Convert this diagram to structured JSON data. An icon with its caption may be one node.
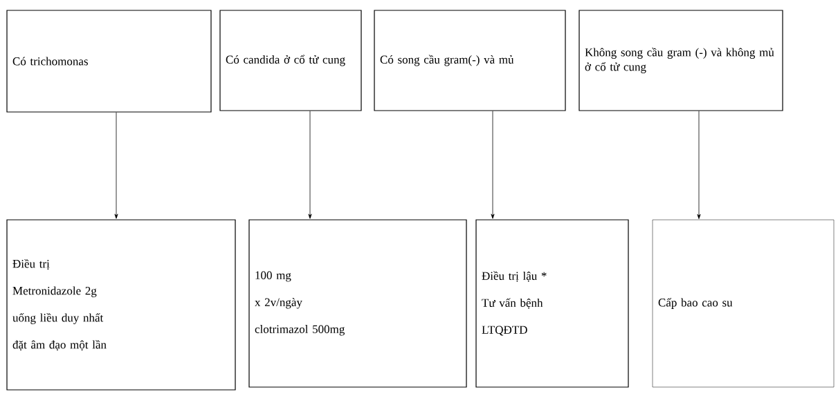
{
  "diagram": {
    "nodes": [
      {
        "text": [
          "Có trichomonas"
        ]
      },
      {
        "text": [
          "Có candida ở cổ tử cung"
        ]
      },
      {
        "text": [
          "Có song cầu gram(-) và mủ"
        ]
      },
      {
        "text": [
          "Không song cầu gram (-) và không mủ ở cổ tử cung"
        ]
      },
      {
        "text": [
          "Điều trị",
          "Metronidazole 2g",
          "uống liều duy nhất",
          "đặt âm đạo một lần"
        ]
      },
      {
        "text": [
          "100 mg",
          "x 2v/ngày",
          "clotrimazol 500mg"
        ]
      },
      {
        "text": [
          "Điều trị lậu *",
          "Tư vấn bệnh",
          "LTQĐTD"
        ]
      },
      {
        "text": [
          "Cấp bao cao su"
        ]
      }
    ],
    "edges": [
      {
        "from": 0,
        "to": 4,
        "arrow": "to"
      },
      {
        "from": 1,
        "to": 5,
        "arrow": "to"
      },
      {
        "from": 2,
        "to": 6,
        "arrow": "to"
      },
      {
        "from": 3,
        "to": 7,
        "arrow": "to"
      }
    ]
  }
}
